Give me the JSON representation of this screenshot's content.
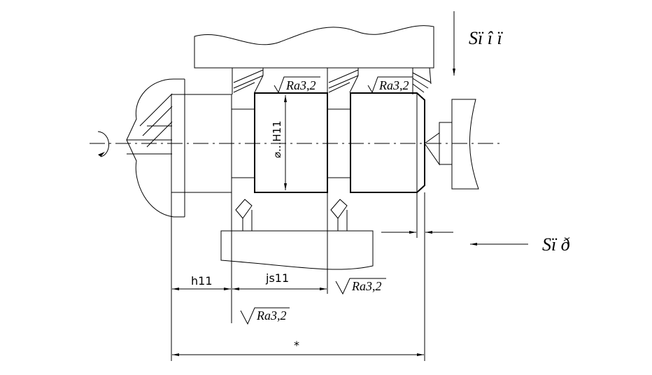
{
  "labels": {
    "s_top": "Sï î ï",
    "s_right": "Sï ð",
    "diameter_tol": "⌀...H11",
    "h11": "h11",
    "js11": "js11",
    "star": "*"
  },
  "roughness": {
    "r1": "Ra3,2",
    "r2": "Ra3,2",
    "r3": "Ra3,2",
    "r4": "Ra3,2"
  }
}
